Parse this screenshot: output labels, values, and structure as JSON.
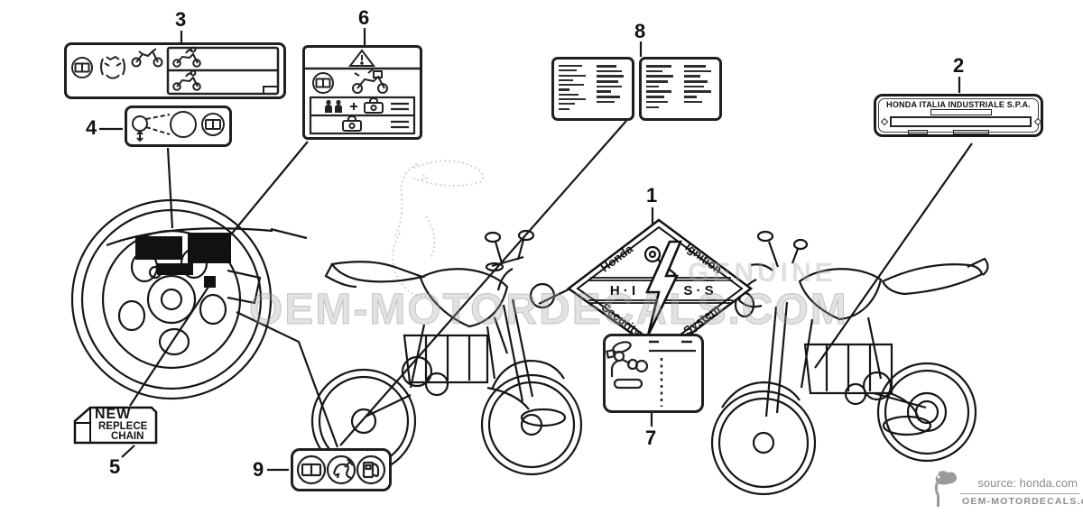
{
  "page": {
    "background": "#ffffff",
    "ink": "#1c1c1c",
    "gray_text": "#8d8d8d",
    "watermark_color": "#b9b9b9"
  },
  "watermark": {
    "main": "OEM-MOTORDECALS.COM",
    "secondary": "GENUINE"
  },
  "callouts": [
    "1",
    "2",
    "3",
    "4",
    "5",
    "6",
    "7",
    "8",
    "9"
  ],
  "labels": {
    "hiss": {
      "edge_top_left": "Honda",
      "edge_top_right": "Ignition",
      "edge_bottom_left": "Security",
      "edge_bottom_right": "System",
      "center_left": "H · I",
      "center_right": "S · S"
    },
    "plate": {
      "title": "HONDA ITALIA INDUSTRIALE S.P.A."
    },
    "chain": {
      "line1": "NEW",
      "line2": "REPLECE",
      "line3": "CHAIN"
    },
    "manual": {
      "a1": [
        26,
        20,
        30,
        16,
        28,
        12,
        22,
        30,
        18,
        12
      ],
      "a2": [
        22,
        28,
        30,
        24,
        28,
        16,
        26,
        20
      ],
      "b1": [
        28,
        18,
        30,
        24,
        14,
        28,
        20,
        24,
        14
      ],
      "b2": [
        24,
        30,
        18,
        26,
        22,
        30,
        14,
        20
      ]
    }
  },
  "icons": {
    "owners-manual-book": "open book in circle",
    "tire-pressure": "tire with inward arrows",
    "motorcycle": "motorcycle silhouette",
    "rider-motorcycle": "motorcycle with rider",
    "warning-triangle": "exclamation triangle",
    "passengers": "two rider figures",
    "luggage-case": "case with lock",
    "headlight-aim": "beam adjustment circles",
    "chain-tool": "chain adjuster drawing",
    "oil-service": "service swirl",
    "fuel-pump": "fuel pump"
  },
  "footer": {
    "source": "source: honda.com",
    "site": "OEM-MOTORDECALS.com"
  }
}
